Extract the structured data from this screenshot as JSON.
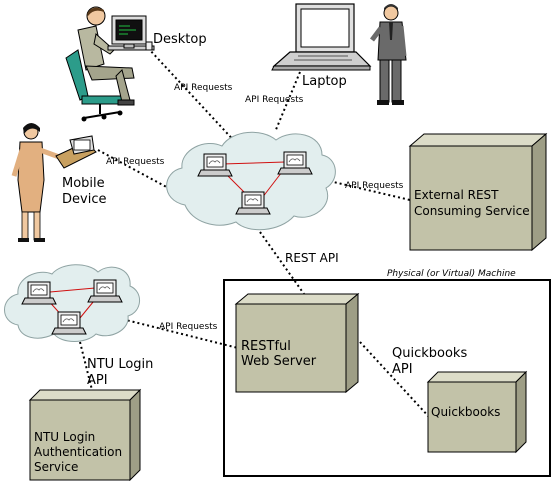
{
  "clients": {
    "desktop": "Desktop",
    "laptop": "Laptop",
    "mobile_line1": "Mobile",
    "mobile_line2": "Device"
  },
  "edges": {
    "desktop_api": "API Requests",
    "laptop_api": "API Requests",
    "mobile_api": "API Requests",
    "external_api": "API Requests",
    "ntu_api": "API Requests",
    "rest_api": "REST API",
    "ntu_login_api_line1": "NTU Login",
    "ntu_login_api_line2": "API",
    "quickbooks_api_line1": "Quickbooks",
    "quickbooks_api_line2": "API"
  },
  "nodes": {
    "external_line1": "External REST",
    "external_line2": "Consuming Service",
    "restful_line1": "RESTful",
    "restful_line2": "Web Server",
    "quickbooks": "Quickbooks",
    "ntu_line1": "NTU Login",
    "ntu_line2": "Authentication",
    "ntu_line3": "Service"
  },
  "machine_label": "Physical (or Virtual) Machine",
  "colors": {
    "box": "#c2c2a8",
    "cloud": "#e2eeee",
    "lan": "#d01010"
  }
}
